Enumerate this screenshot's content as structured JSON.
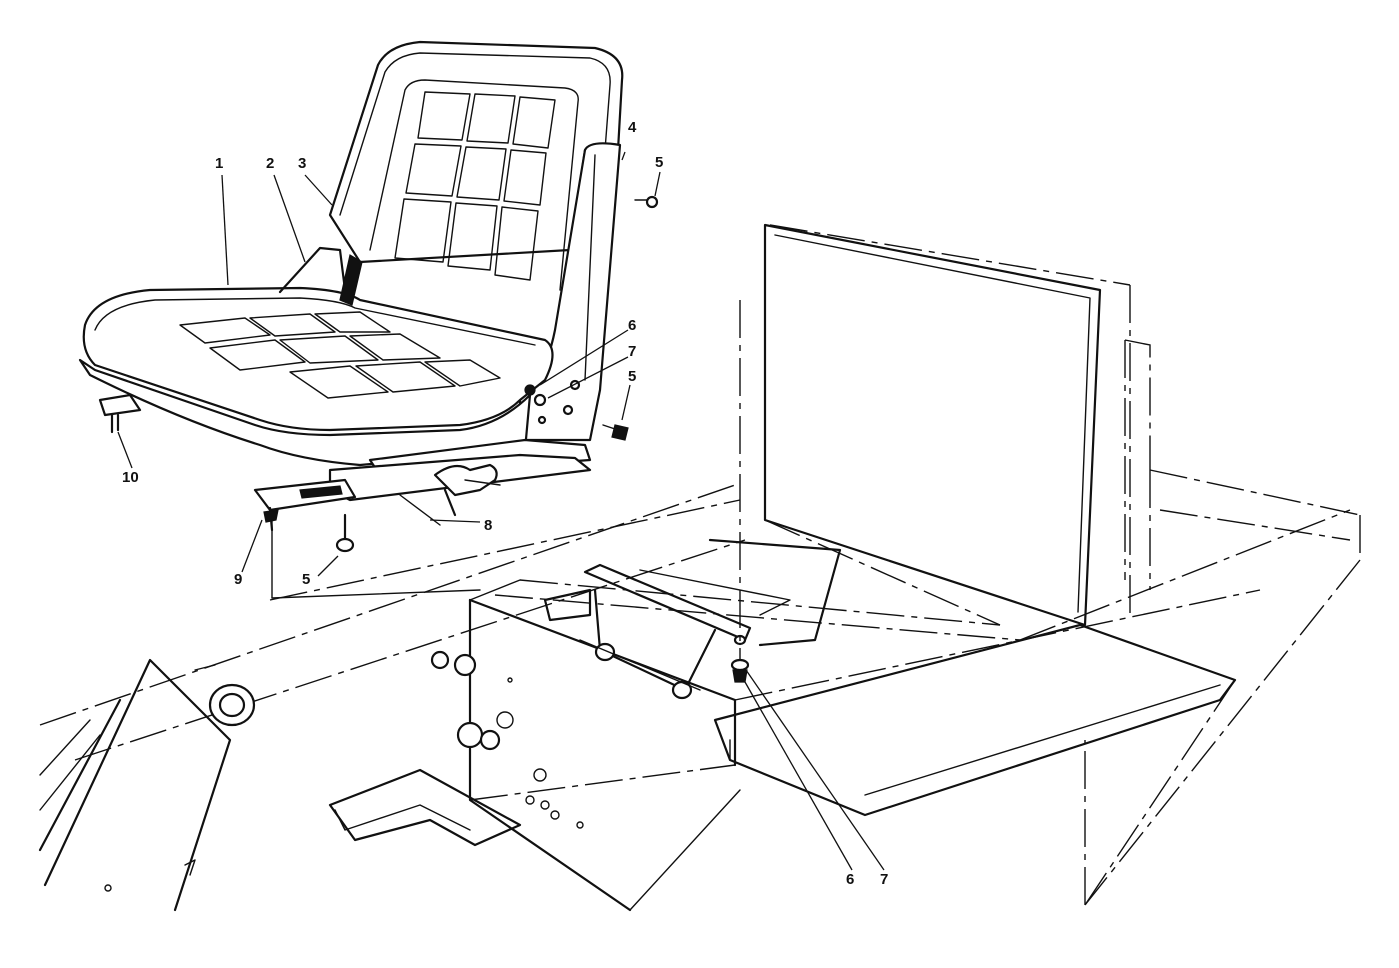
{
  "callouts": [
    {
      "id": "c1",
      "text": "1"
    },
    {
      "id": "c2",
      "text": "2"
    },
    {
      "id": "c3",
      "text": "3"
    },
    {
      "id": "c4",
      "text": "4"
    },
    {
      "id": "c5a",
      "text": "5"
    },
    {
      "id": "c6a",
      "text": "6"
    },
    {
      "id": "c7a",
      "text": "7"
    },
    {
      "id": "c5b",
      "text": "5"
    },
    {
      "id": "c10",
      "text": "10"
    },
    {
      "id": "c8",
      "text": "8"
    },
    {
      "id": "c9",
      "text": "9"
    },
    {
      "id": "c5c",
      "text": "5"
    },
    {
      "id": "c6b",
      "text": "6"
    },
    {
      "id": "c7b",
      "text": "7"
    }
  ]
}
